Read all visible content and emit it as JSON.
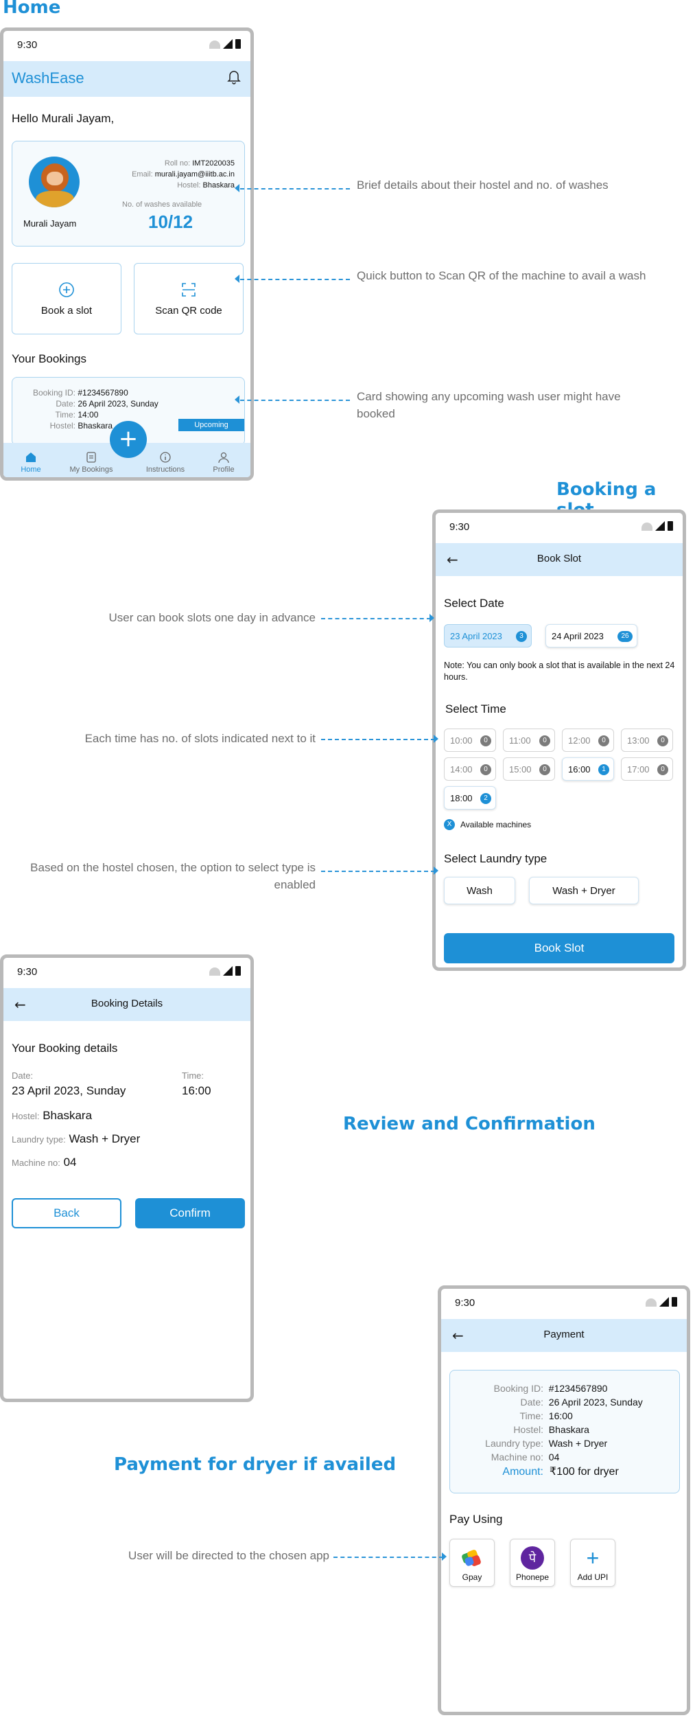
{
  "sections": {
    "home": "Home",
    "booking": "Booking a slot",
    "review": "Review and Confirmation",
    "payment": "Payment for dryer if availed"
  },
  "status_time": "9:30",
  "home": {
    "logo": "WashEase",
    "greeting": "Hello Murali Jayam,",
    "profile": {
      "name": "Murali Jayam",
      "roll_label": "Roll no:",
      "roll": "IMT2020035",
      "email_label": "Email:",
      "email": "murali.jayam@iiitb.ac.in",
      "hostel_label": "Hostel:",
      "hostel": "Bhaskara",
      "washes_label": "No. of washes available",
      "washes": "10/12"
    },
    "book_btn": "Book a slot",
    "scan_btn": "Scan QR code",
    "bookings_title": "Your Bookings",
    "booking": {
      "id_label": "Booking ID:",
      "id": "#1234567890",
      "date_label": "Date:",
      "date": "26 April 2023, Sunday",
      "time_label": "Time:",
      "time": "14:00",
      "hostel_label": "Hostel:",
      "hostel": "Bhaskara",
      "badge": "Upcoming"
    },
    "nav": [
      "Home",
      "My Bookings",
      "Instructions",
      "Profile"
    ]
  },
  "annotations": {
    "a1": "Brief details about their hostel and no. of washes",
    "a2": "Quick button to Scan QR of the machine to avail a wash",
    "a3": "Card showing any upcoming wash user might have booked",
    "a4": "User can book slots one day in advance",
    "a5": "Each time has no. of slots indicated next to it",
    "a6": "Based on the hostel chosen, the option to select type is enabled",
    "a7": "User will be directed to the chosen app"
  },
  "book": {
    "title": "Book Slot",
    "select_date": "Select Date",
    "dates": [
      {
        "label": "23 April 2023",
        "count": "3"
      },
      {
        "label": "24 April 2023",
        "count": "26"
      }
    ],
    "note": "Note: You can only book a slot that is available in the next 24 hours.",
    "select_time": "Select Time",
    "times": [
      {
        "label": "10:00",
        "count": "0"
      },
      {
        "label": "11:00",
        "count": "0"
      },
      {
        "label": "12:00",
        "count": "0"
      },
      {
        "label": "13:00",
        "count": "0"
      },
      {
        "label": "14:00",
        "count": "0"
      },
      {
        "label": "15:00",
        "count": "0"
      },
      {
        "label": "16:00",
        "count": "1"
      },
      {
        "label": "17:00",
        "count": "0"
      },
      {
        "label": "18:00",
        "count": "2"
      }
    ],
    "legend_mark": "X",
    "legend": "Available machines",
    "select_type": "Select Laundry type",
    "wash": "Wash",
    "wash_dryer": "Wash + Dryer",
    "submit": "Book Slot"
  },
  "details": {
    "title": "Booking Details",
    "heading": "Your Booking details",
    "date_label": "Date:",
    "date": "23 April 2023, Sunday",
    "time_label": "Time:",
    "time": "16:00",
    "hostel_label": "Hostel:",
    "hostel": "Bhaskara",
    "type_label": "Laundry type:",
    "type": "Wash + Dryer",
    "machine_label": "Machine no:",
    "machine": "04",
    "back": "Back",
    "confirm": "Confirm"
  },
  "payment": {
    "title": "Payment",
    "rows": [
      {
        "label": "Booking ID:",
        "value": "#1234567890"
      },
      {
        "label": "Date:",
        "value": "26 April 2023, Sunday"
      },
      {
        "label": "Time:",
        "value": "16:00"
      },
      {
        "label": "Hostel:",
        "value": "Bhaskara"
      },
      {
        "label": "Laundry type:",
        "value": "Wash + Dryer"
      },
      {
        "label": "Machine no:",
        "value": "04"
      }
    ],
    "amount_label": "Amount:",
    "amount": "₹100 for dryer",
    "pay_using": "Pay Using",
    "apps": [
      "Gpay",
      "Phonepe",
      "Add UPI"
    ],
    "phonepe_glyph": "पे"
  }
}
